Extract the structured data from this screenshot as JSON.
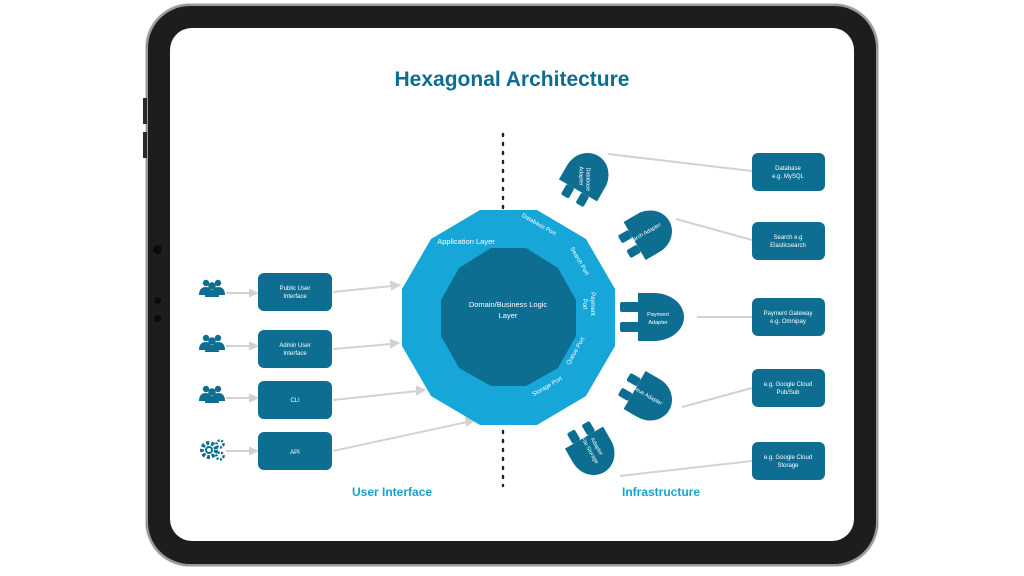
{
  "title": "Hexagonal Architecture",
  "colors": {
    "dark": "#0d6e92",
    "light": "#16a7d8",
    "connector": "#d2d2d2",
    "title": "#0e6c93"
  },
  "core": {
    "outer_label": "Application Layer",
    "inner_label_line1": "Domain/Business Logic",
    "inner_label_line2": "Layer"
  },
  "ports": {
    "database": "Database Port",
    "search": "Search Port",
    "payment_line1": "Payment",
    "payment_line2": "Port",
    "queue": "Queue Port",
    "storage": "Storage Port"
  },
  "ui_nodes": {
    "public_line1": "Public User",
    "public_line2": "Interface",
    "admin_line1": "Admin User",
    "admin_line2": "Interface",
    "cli": "CLI",
    "api": "API"
  },
  "adapters": {
    "database_line1": "Database",
    "database_line2": "Adapter",
    "search": "Search Adapter",
    "payment_line1": "Payment",
    "payment_line2": "Adapter",
    "queue": "Queue Adapter",
    "file_line1": "File Storage",
    "file_line2": "Adapter"
  },
  "infra_nodes": {
    "db_line1": "Database",
    "db_line2": "e.g. MySQL",
    "search_line1": "Search e.g",
    "search_line2": "Elasticsearch",
    "pay_line1": "Payment Gateway",
    "pay_line2": "e.g. Omnipay",
    "pubsub_line1": "e.g. Google Cloud",
    "pubsub_line2": "Pub/Sub",
    "storage_line1": "e.g. Google Cloud",
    "storage_line2": "Storage"
  },
  "sections": {
    "left": "User Interface",
    "right": "Infrastructure"
  },
  "icons": [
    "users-icon",
    "users-icon",
    "users-icon",
    "gears-icon"
  ]
}
